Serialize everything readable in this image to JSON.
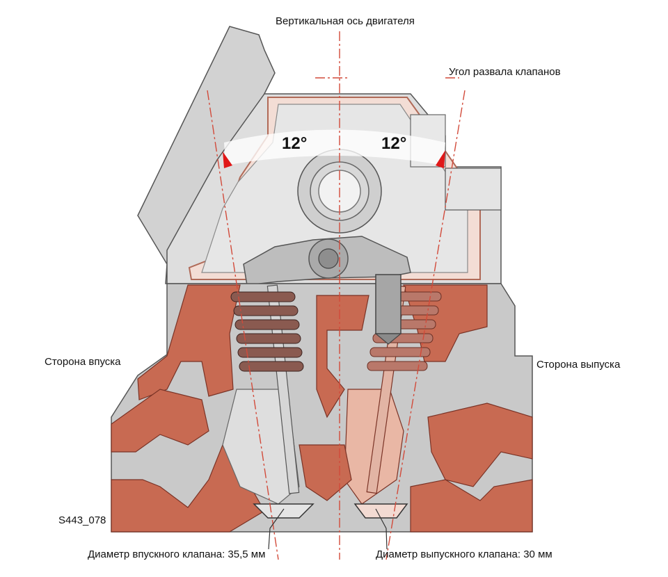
{
  "labels": {
    "engine_axis": "Вертикальная ось двигателя",
    "valve_angle": "Угол развала клапанов",
    "intake_side": "Сторона впуска",
    "exhaust_side": "Сторона выпуска",
    "figure_id": "S443_078",
    "intake_diameter": "Диаметр впускного клапана: 35,5 мм",
    "exhaust_diameter": "Диаметр выпускного клапана: 30 мм",
    "angle_left": "12°",
    "angle_right": "12°"
  },
  "colors": {
    "casting": "#c8c8c8",
    "casting_dark": "#9a9a9a",
    "coolant": "#c86a52",
    "coolant_light": "#f0c6b8",
    "axis_line": "#d24a3a",
    "arrow": "#e01818",
    "outline": "#333333"
  },
  "icons": {
    "angle_arrow": "red-triangle-arrow",
    "valve_spring": "coil-spring"
  }
}
